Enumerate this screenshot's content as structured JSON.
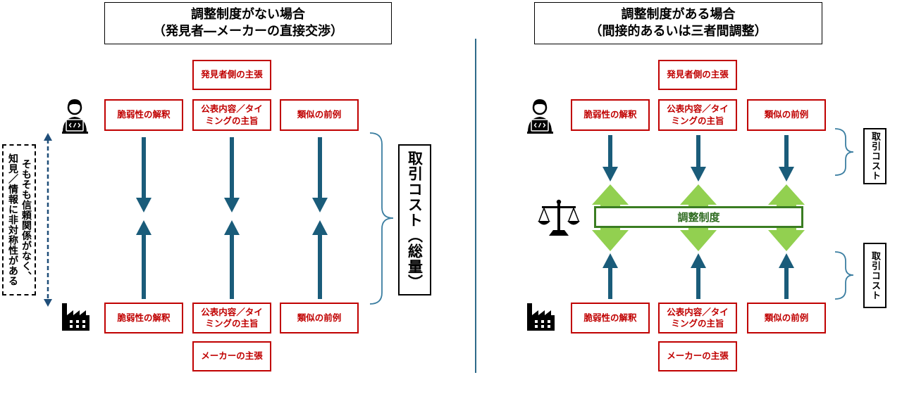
{
  "left_panel": {
    "title": {
      "line1": "調整制度がない場合",
      "line2": "（発見者―メーカーの直接交渉）"
    },
    "finder_claim": "発見者側の主張",
    "finder_row": [
      {
        "lines": [
          "脆弱性の解釈"
        ]
      },
      {
        "lines": [
          "公表内容／タイ",
          "ミングの主旨"
        ]
      },
      {
        "lines": [
          "類似の前例"
        ]
      }
    ],
    "vendor_row": [
      {
        "lines": [
          "脆弱性の解釈"
        ]
      },
      {
        "lines": [
          "公表内容／タイ",
          "ミングの主旨"
        ]
      },
      {
        "lines": [
          "類似の前例"
        ]
      }
    ],
    "vendor_claim": "メーカーの主張",
    "note": {
      "lines": [
        "そもそも信頼関係がなく、",
        "知見／情報に非対称性がある"
      ]
    },
    "cost_label": "取引コスト（総量）"
  },
  "right_panel": {
    "title": {
      "line1": "調整制度がある場合",
      "line2": "（間接的あるいは三者間調整）"
    },
    "finder_claim": "発見者側の主張",
    "finder_row": [
      {
        "lines": [
          "脆弱性の解釈"
        ]
      },
      {
        "lines": [
          "公表内容／タイ",
          "ミングの主旨"
        ]
      },
      {
        "lines": [
          "類似の前例"
        ]
      }
    ],
    "mechanism_label": "調整制度",
    "vendor_row": [
      {
        "lines": [
          "脆弱性の解釈"
        ]
      },
      {
        "lines": [
          "公表内容／タイ",
          "ミングの主旨"
        ]
      },
      {
        "lines": [
          "類似の前例"
        ]
      }
    ],
    "vendor_claim": "メーカーの主張",
    "cost_label_top": "取引コスト",
    "cost_label_bottom": "取引コスト"
  },
  "icons": {
    "finder": "person-with-laptop-icon",
    "vendor": "factory-icon",
    "mechanism": "balance-scale-icon"
  },
  "colors": {
    "claim_red": "#c00000",
    "arrow_blue": "#1a5c7a",
    "mechanism_arrow_green": "#92d050",
    "mechanism_border_green": "#3a7d22",
    "brace_blue": "#3b7ea1",
    "divider": "#2e6b8a"
  }
}
